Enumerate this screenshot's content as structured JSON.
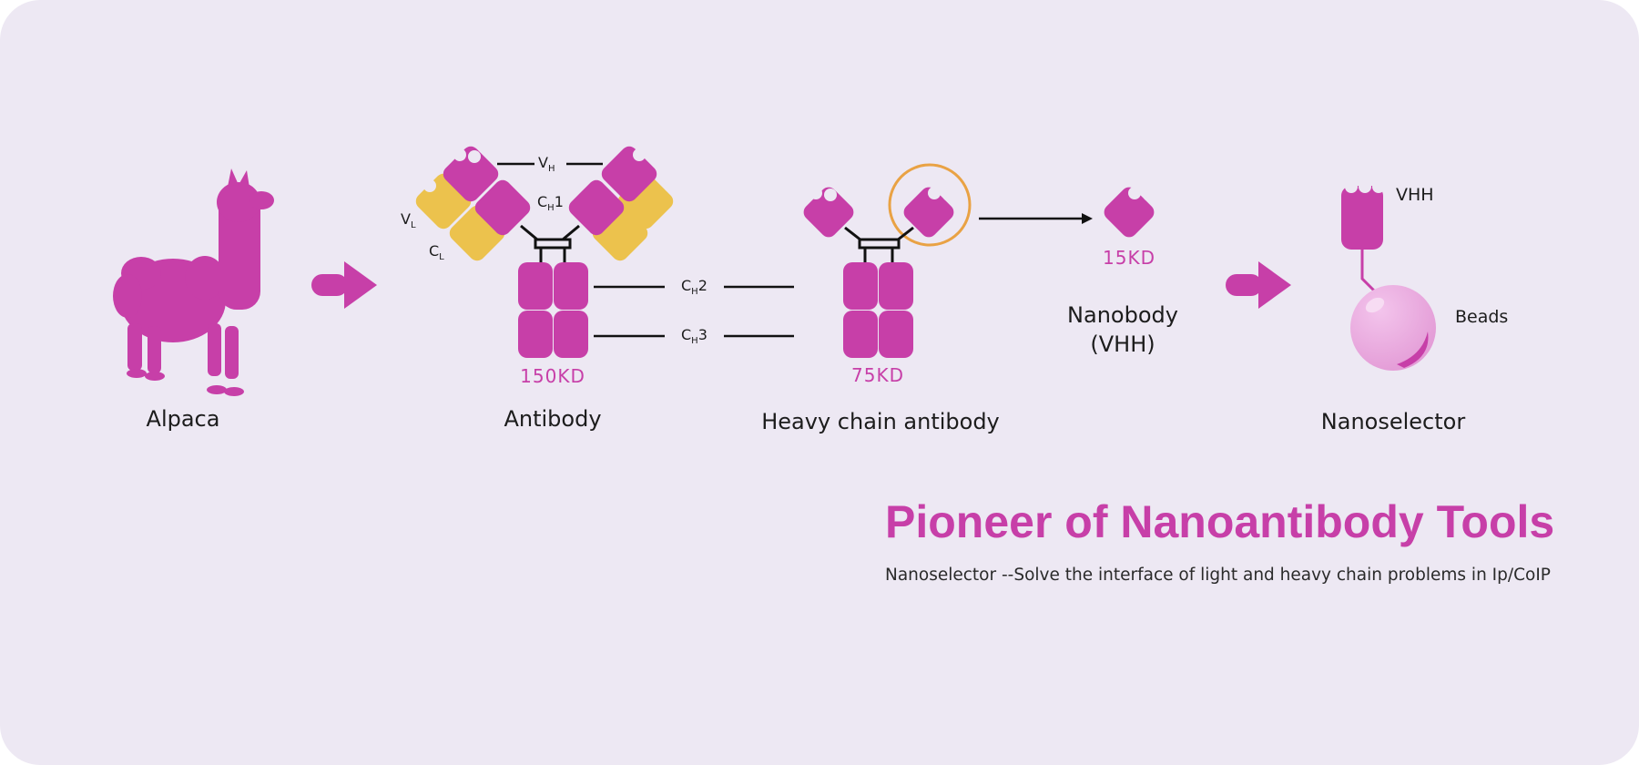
{
  "colors": {
    "background": "#ede8f3",
    "magenta": "#c73fa8",
    "yellow": "#ecc24d",
    "orange_ring": "#e9a244",
    "bead": "#e7a1da",
    "text": "#1c1c1c"
  },
  "captions": {
    "alpaca": "Alpaca",
    "antibody": "Antibody",
    "heavy_chain": "Heavy chain antibody",
    "nanobody_line1": "Nanobody",
    "nanobody_line2": "(VHH)",
    "nanoselector": "Nanoselector"
  },
  "weights": {
    "antibody": "150KD",
    "heavy_chain": "75KD",
    "nanobody": "15KD"
  },
  "domain_labels": {
    "vh_main": "V",
    "vh_sub": "H",
    "ch1_main": "C",
    "ch1_sub": "H",
    "ch1_suffix": "1",
    "vl_main": "V",
    "vl_sub": "L",
    "cl_main": "C",
    "cl_sub": "L",
    "ch2_main": "C",
    "ch2_sub": "H",
    "ch2_suffix": "2",
    "ch3_main": "C",
    "ch3_sub": "H",
    "ch3_suffix": "3"
  },
  "nanoselector_labels": {
    "vhh": "VHH",
    "beads": "Beads"
  },
  "headline": "Pioneer of Nanoantibody Tools",
  "subline": "Nanoselector --Solve the interface of light and heavy chain problems in Ip/CoIP",
  "icons": [
    "alpaca-icon",
    "arrow-right-icon",
    "antibody-icon",
    "heavy-chain-antibody-icon",
    "nanobody-icon",
    "bead-icon"
  ]
}
